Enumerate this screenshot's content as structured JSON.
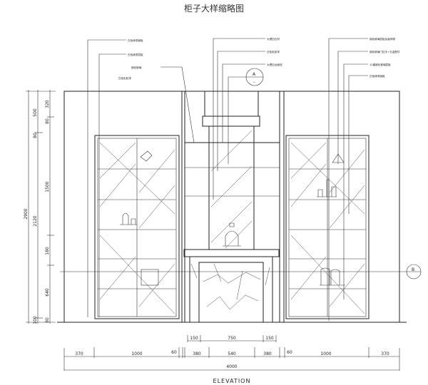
{
  "title": "柜子大样缩略图",
  "caption": "ELEVATION",
  "section_markers": {
    "a": "A",
    "b": "B",
    "sub": "-"
  },
  "callouts_left": [
    "白色烤漆面板",
    "白色烤漆层板",
    "钢化玻璃",
    "白色乳胶漆"
  ],
  "callouts_center": [
    "大理石石材",
    "白色乳胶漆",
    "大理石台面线"
  ],
  "callouts_right": [
    "钢化玻璃层板及装饰物",
    "钢化玻璃门拉手+五金配件",
    "12厘钢化玻璃层板",
    "白色烤漆面板"
  ],
  "dims_bottom": [
    "370",
    "1000",
    "60",
    "380",
    "540",
    "380",
    "60",
    "1000",
    "370"
  ],
  "dims_top": [
    "150",
    "750",
    "150"
  ],
  "dim_total": "4000",
  "dims_left_outer": "2900",
  "dims_left_mid": [
    "500",
    "80",
    "2120",
    "100"
  ],
  "dims_left_inner": [
    "320",
    "80",
    "1500",
    "180",
    "640",
    "80"
  ]
}
